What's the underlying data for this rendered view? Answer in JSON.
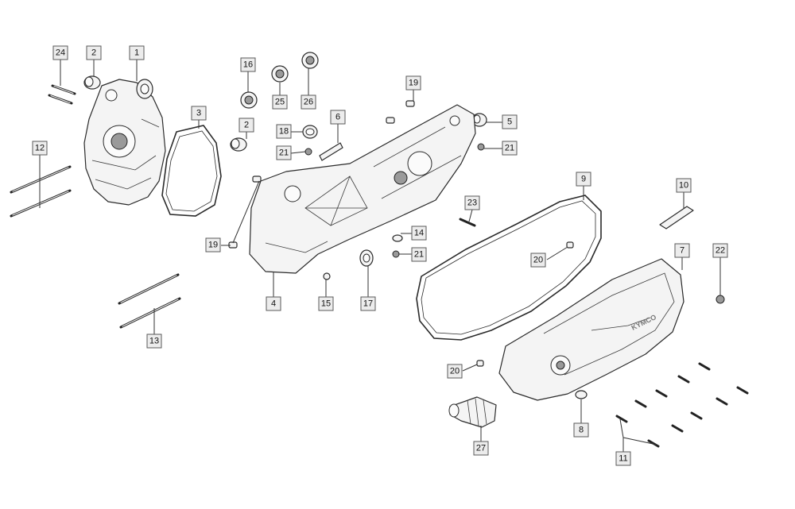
{
  "brand_text": "KYMCO",
  "callouts": [
    {
      "id": "c24",
      "label": "24"
    },
    {
      "id": "c2a",
      "label": "2"
    },
    {
      "id": "c1",
      "label": "1"
    },
    {
      "id": "c16",
      "label": "16"
    },
    {
      "id": "c25",
      "label": "25"
    },
    {
      "id": "c26",
      "label": "26"
    },
    {
      "id": "c19a",
      "label": "19"
    },
    {
      "id": "c3",
      "label": "3"
    },
    {
      "id": "c2b",
      "label": "2"
    },
    {
      "id": "c18",
      "label": "18"
    },
    {
      "id": "c6",
      "label": "6"
    },
    {
      "id": "c5",
      "label": "5"
    },
    {
      "id": "c21a",
      "label": "21"
    },
    {
      "id": "c21b",
      "label": "21"
    },
    {
      "id": "c12",
      "label": "12"
    },
    {
      "id": "c9",
      "label": "9"
    },
    {
      "id": "c10",
      "label": "10"
    },
    {
      "id": "c23",
      "label": "23"
    },
    {
      "id": "c14",
      "label": "14"
    },
    {
      "id": "c19b",
      "label": "19"
    },
    {
      "id": "c21c",
      "label": "21"
    },
    {
      "id": "c20a",
      "label": "20"
    },
    {
      "id": "c7",
      "label": "7"
    },
    {
      "id": "c22",
      "label": "22"
    },
    {
      "id": "c4",
      "label": "4"
    },
    {
      "id": "c15",
      "label": "15"
    },
    {
      "id": "c17",
      "label": "17"
    },
    {
      "id": "c13",
      "label": "13"
    },
    {
      "id": "c20b",
      "label": "20"
    },
    {
      "id": "c8",
      "label": "8"
    },
    {
      "id": "c27",
      "label": "27"
    },
    {
      "id": "c11",
      "label": "11"
    }
  ]
}
